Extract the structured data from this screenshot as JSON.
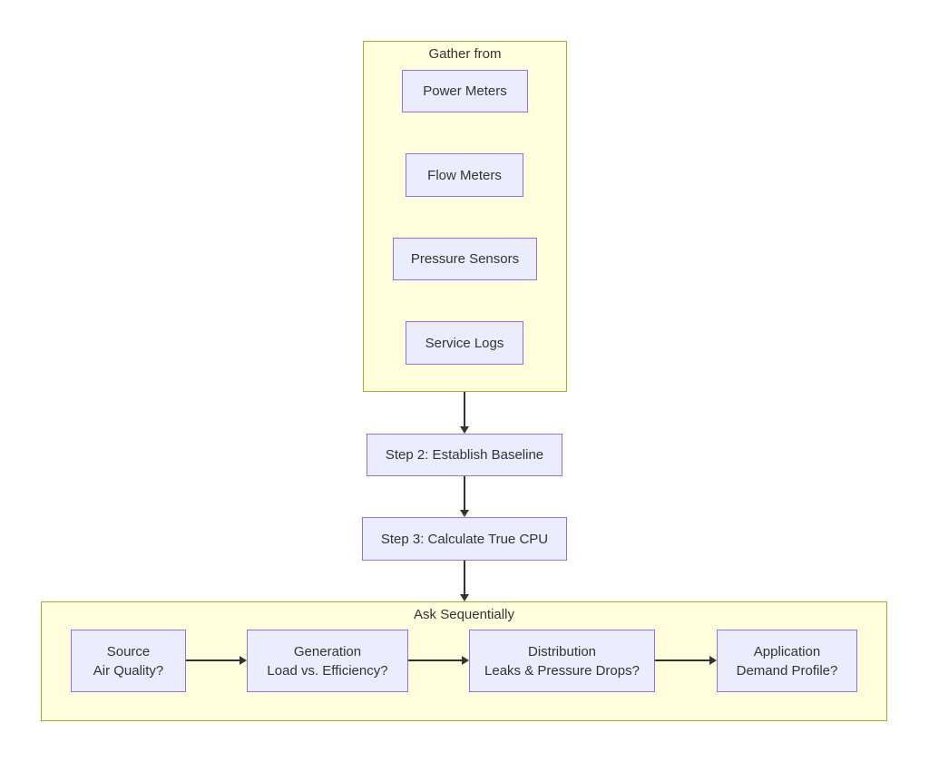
{
  "diagram": {
    "colors": {
      "cluster_fill": "#ffffde",
      "cluster_border": "#aaaa33",
      "node_fill": "#ECECFF",
      "node_border": "#9370DB",
      "text": "#333333",
      "arrow": "#333333",
      "background": "#ffffff"
    },
    "gather_cluster": {
      "title": "Gather from",
      "nodes": [
        {
          "label": "Power Meters"
        },
        {
          "label": "Flow Meters"
        },
        {
          "label": "Pressure Sensors"
        },
        {
          "label": "Service Logs"
        }
      ]
    },
    "steps": [
      {
        "label": "Step 2: Establish Baseline"
      },
      {
        "label": "Step 3: Calculate True CPU"
      }
    ],
    "ask_cluster": {
      "title": "Ask Sequentially",
      "nodes": [
        {
          "line1": "Source",
          "line2": "Air Quality?"
        },
        {
          "line1": "Generation",
          "line2": "Load vs. Efficiency?"
        },
        {
          "line1": "Distribution",
          "line2": "Leaks & Pressure Drops?"
        },
        {
          "line1": "Application",
          "line2": "Demand Profile?"
        }
      ]
    }
  }
}
